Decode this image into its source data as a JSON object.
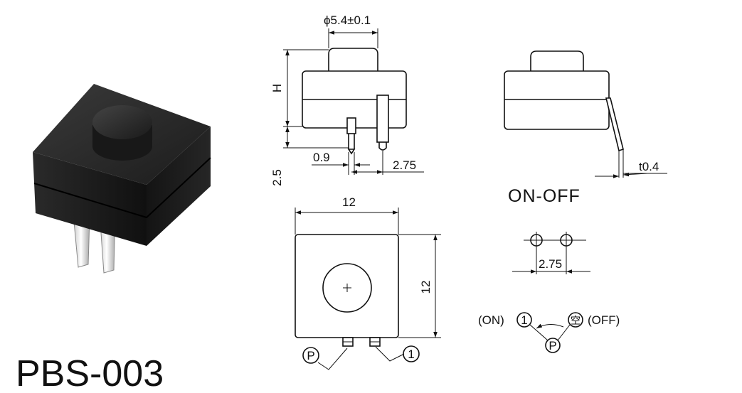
{
  "model": "PBS-003",
  "mode": "ON-OFF",
  "dimensions": {
    "button_diameter": "ϕ5.4±0.1",
    "height": "H",
    "pin_offset": "0.9",
    "pin_pitch": "2.75",
    "pin_length": "2.5",
    "pin_thickness": "t0.4",
    "body_width": "12",
    "body_depth": "12",
    "footprint_pitch": "2.75"
  },
  "pins": {
    "common": "P",
    "on": "1",
    "off": "空"
  },
  "switch_states": {
    "on_label": "(ON)",
    "off_label": "(OFF)"
  }
}
